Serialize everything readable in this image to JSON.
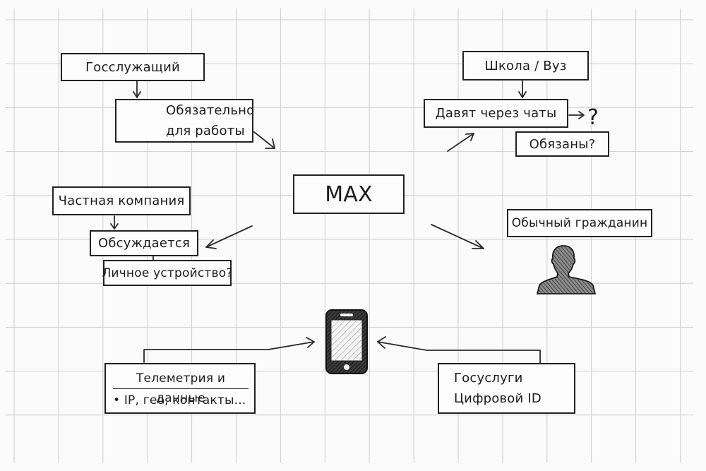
{
  "diagram": {
    "center_node": "MAX",
    "groups": {
      "civil_servant": {
        "title": "Госслужащий",
        "detail_lines": [
          "Обязательно",
          "для работы"
        ],
        "detail_icon": "smartphone-icon"
      },
      "school": {
        "title": "Школа / Вуз",
        "detail": "Давят через чаты",
        "question_mark": "?",
        "question": "Обязаны?"
      },
      "private_company": {
        "title": "Частная компания",
        "detail": "Обсуждается",
        "question": "Личное устройство?"
      },
      "citizen": {
        "title": "Обычный гражданин",
        "icon": "person-silhouette-icon"
      },
      "telemetry": {
        "title": "Телеметрия и данные",
        "items": [
          "• IP, гео, контакты..."
        ]
      },
      "gosuslugi": {
        "lines": [
          "Госуслуги",
          "Цифровой ID"
        ]
      }
    },
    "device_icon": "smartphone-icon",
    "colors": {
      "ink": "#222222",
      "grid": "#cfcfcf",
      "paper": "#fbfbfb"
    }
  }
}
